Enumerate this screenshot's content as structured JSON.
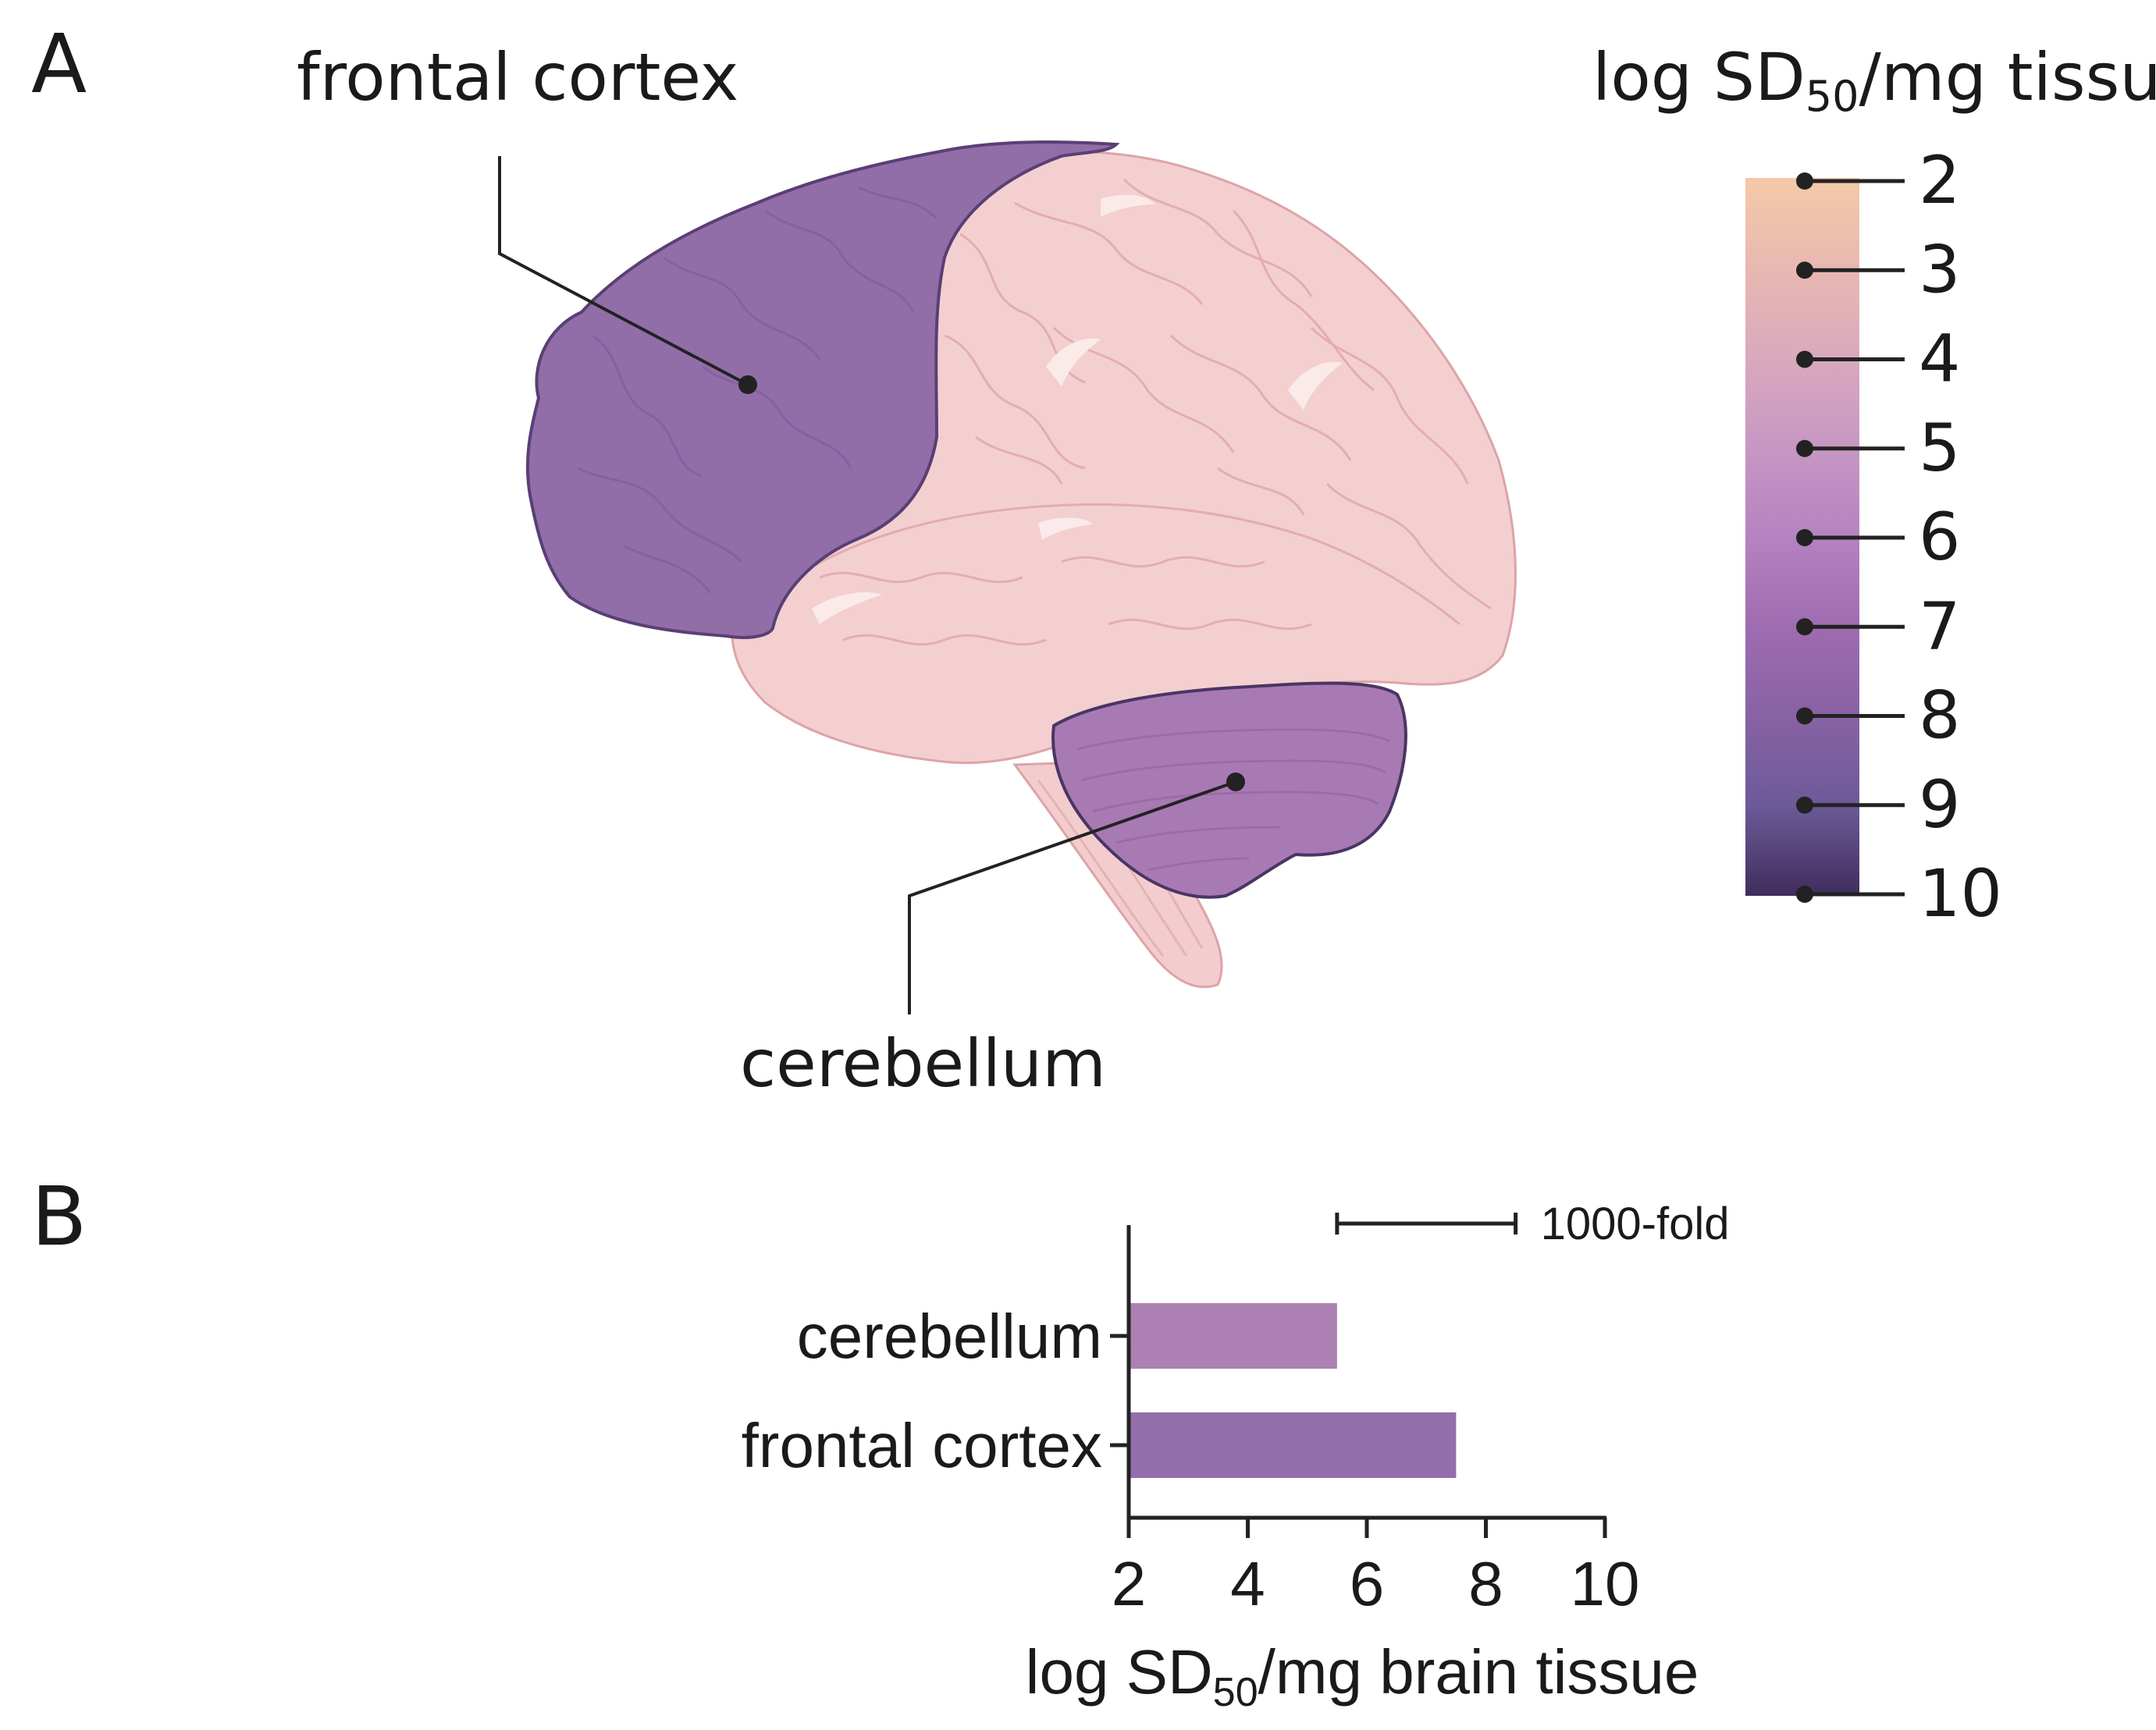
{
  "panels": {
    "a": {
      "letter": "A",
      "labels": {
        "frontal": "frontal cortex",
        "cerebellum": "cerebellum"
      },
      "colorbar": {
        "title_prefix": "log SD",
        "title_sub": "50",
        "title_suffix": "/mg tissue",
        "ticks": [
          "2",
          "3",
          "4",
          "5",
          "6",
          "7",
          "8",
          "9",
          "10"
        ],
        "color_stops": [
          "#f5c9a8",
          "#e9b8b2",
          "#d9a9bd",
          "#c797c4",
          "#b583c0",
          "#9e6cb0",
          "#8862a5",
          "#6c5a98",
          "#3f2d5d"
        ]
      },
      "region_colors": {
        "frontal_cortex": "#916ea8",
        "cerebellum": "#a87ab4",
        "brain": "#f4cfd0"
      }
    },
    "b": {
      "letter": "B",
      "scale_bar_label": "1000-fold"
    }
  },
  "chart_data": {
    "type": "bar",
    "orientation": "horizontal",
    "categories": [
      "cerebellum",
      "frontal cortex"
    ],
    "values": [
      5.5,
      7.5
    ],
    "bar_colors": [
      "#ad80b3",
      "#926fab"
    ],
    "xlabel_prefix": "log SD",
    "xlabel_sub": "50",
    "xlabel_suffix": "/mg brain tissue",
    "xlim": [
      2,
      10
    ],
    "xticks": [
      "2",
      "4",
      "6",
      "8",
      "10"
    ],
    "scale_bar": {
      "from": 5.5,
      "to": 8.5,
      "label": "1000-fold"
    },
    "grid": false
  }
}
